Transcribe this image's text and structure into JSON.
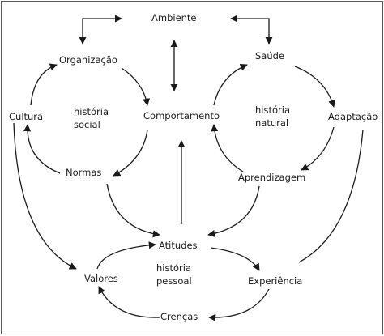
{
  "diagram": {
    "nodes": {
      "ambiente": "Ambiente",
      "organizacao": "Organização",
      "saude": "Saúde",
      "cultura": "Cultura",
      "comportamento": "Comportamento",
      "adaptacao": "Adaptação",
      "normas": "Normas",
      "aprendizagem": "Aprendizagem",
      "atitudes": "Atitudes",
      "valores": "Valores",
      "experiencia": "Experiência",
      "crencas": "Crenças"
    },
    "cycles": {
      "social_line1": "história",
      "social_line2": "social",
      "natural_line1": "história",
      "natural_line2": "natural",
      "pessoal_line1": "história",
      "pessoal_line2": "pessoal"
    },
    "colors": {
      "line": "#1a1a1a",
      "border": "#555555",
      "background": "#ffffff"
    }
  }
}
